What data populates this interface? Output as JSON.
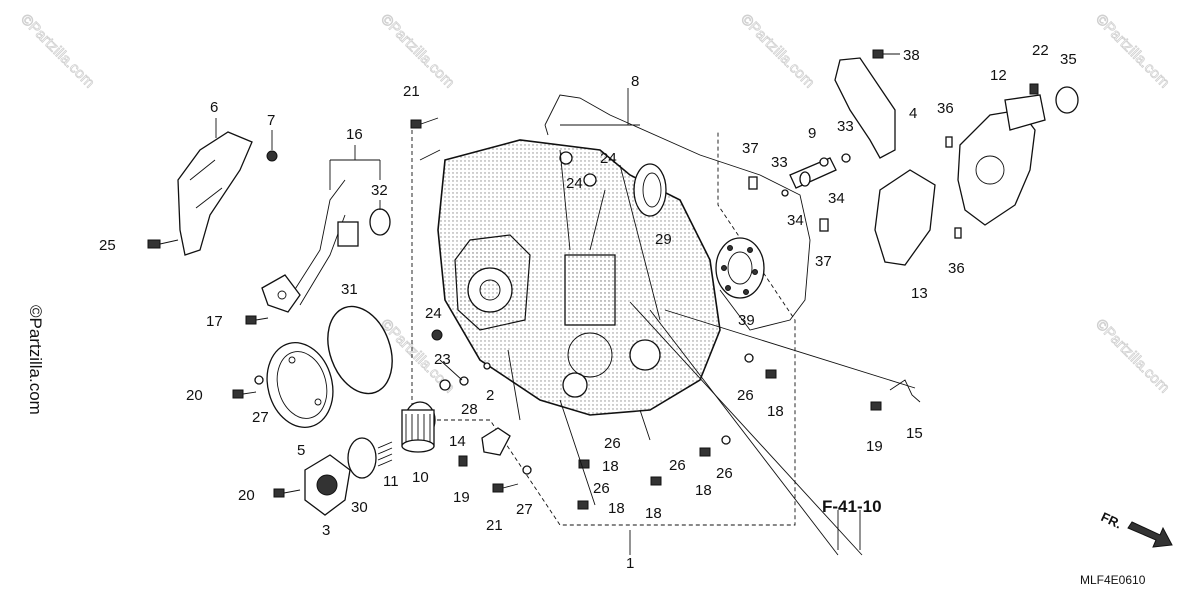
{
  "watermark": "©Partzilla.com",
  "diagram_code": "MLF4E0610",
  "reference_label": "F-41-10",
  "front_indicator": "FR.",
  "callouts": [
    "1",
    "2",
    "3",
    "4",
    "5",
    "6",
    "7",
    "8",
    "9",
    "10",
    "11",
    "12",
    "13",
    "14",
    "15",
    "16",
    "17",
    "18",
    "18",
    "18",
    "18",
    "18",
    "19",
    "19",
    "20",
    "20",
    "21",
    "21",
    "22",
    "23",
    "24",
    "24",
    "24",
    "24",
    "25",
    "26",
    "26",
    "26",
    "26",
    "26",
    "26",
    "27",
    "27",
    "28",
    "29",
    "30",
    "31",
    "32",
    "33",
    "33",
    "34",
    "34",
    "35",
    "36",
    "36",
    "37",
    "37",
    "38",
    "39"
  ]
}
